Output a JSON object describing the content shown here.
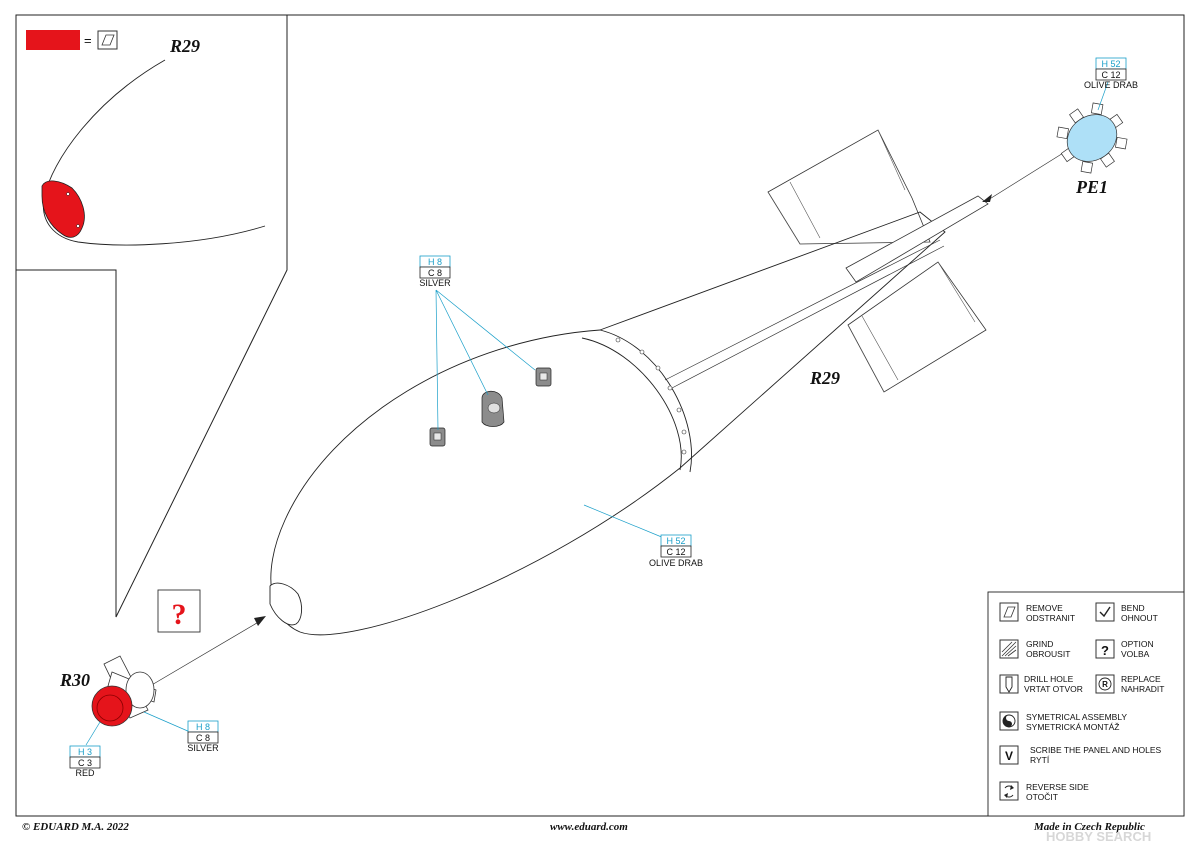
{
  "parts": {
    "r29_inset": "R29",
    "r29_main": "R29",
    "pe1": "PE1",
    "r30": "R30"
  },
  "callouts": {
    "body": {
      "h": "H 52",
      "c": "C 12",
      "name": "OLIVE DRAB"
    },
    "pe1": {
      "h": "H 52",
      "c": "C 12",
      "name": "OLIVE DRAB"
    },
    "lugs": {
      "h": "H 8",
      "c": "C 8",
      "name": "SILVER"
    },
    "r30_silver": {
      "h": "H 8",
      "c": "C 8",
      "name": "SILVER"
    },
    "r30_red": {
      "h": "H 3",
      "c": "C 3",
      "name": "RED"
    }
  },
  "inset": {
    "equals": "="
  },
  "option_mark": "?",
  "legend": {
    "remove": [
      "REMOVE",
      "ODSTRANIT"
    ],
    "bend": [
      "BEND",
      "OHNOUT"
    ],
    "grind": [
      "GRIND",
      "OBROUSIT"
    ],
    "option": [
      "OPTION",
      "VOLBA"
    ],
    "drill": [
      "DRILL HOLE",
      "VRTAT OTVOR"
    ],
    "replace": [
      "REPLACE",
      "NAHRADIT"
    ],
    "symmetrical": [
      "SYMETRICAL ASSEMBLY",
      "SYMETRICKÁ MONTÁŽ"
    ],
    "scribe": [
      "SCRIBE THE PANEL AND HOLES",
      "RYTÍ"
    ],
    "reverse": [
      "REVERSE SIDE",
      "OTOČIT"
    ],
    "icons": {
      "option": "?",
      "replace": "R",
      "scribe": "V"
    }
  },
  "footer": {
    "left": "© EDUARD  M.A. 2022",
    "center": "www.eduard.com",
    "right": "Made in Czech Republic"
  },
  "watermark": "HOBBY SEARCH",
  "colors": {
    "red": "#e5141b",
    "blue": "#aee0f7",
    "callout": "#1a9fc9",
    "grey": "#8c8c8c"
  }
}
